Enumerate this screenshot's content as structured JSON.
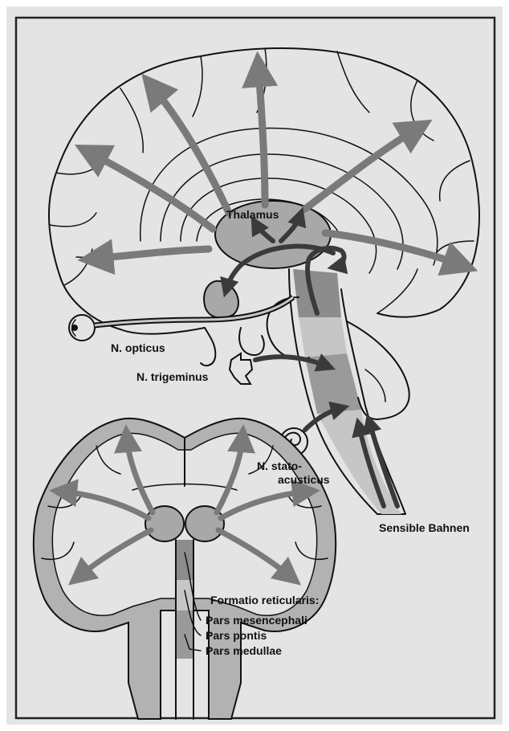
{
  "labels": {
    "thalamus": "Thalamus",
    "opticus": "N. opticus",
    "trigeminus": "N. trigeminus",
    "stato_line1": "N. stato-",
    "stato_line2": "acusticus",
    "sensible": "Sensible Bahnen",
    "formatio": "Formatio reticularis:",
    "pars_mes": "Pars mesencephali",
    "pars_pontis": "Pars pontis",
    "pars_medullae": "Pars medullae"
  },
  "colors": {
    "paper": "#e4e4e4",
    "frame": "#222222",
    "outline": "#111111",
    "thalamus_fill": "#a8a8a8",
    "brainstem_dark": "#8c8c8c",
    "brainstem_light": "#c6c6c6",
    "cortex_band": "#b2b2b2",
    "arrow": "#7a7a7a",
    "dark_arrow": "#3a3a3a"
  },
  "icons": {
    "eye": "eye-icon",
    "cochlea": "cochlea-icon",
    "ganglion": "trigeminal-ganglion-icon"
  }
}
